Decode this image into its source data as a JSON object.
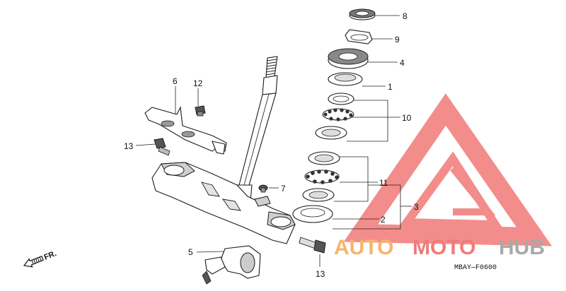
{
  "callouts": {
    "p1": "1",
    "p2": "2",
    "p3": "3",
    "p4": "4",
    "p5": "5",
    "p6": "6",
    "p7": "7",
    "p8": "8",
    "p9": "9",
    "p10": "10",
    "p11": "11",
    "p12": "12",
    "p13a": "13",
    "p13b": "13"
  },
  "direction_label": "FR.",
  "drawing_code": "MBAY—F0600",
  "watermark": {
    "auto": "AUTO",
    "moto": "MOTO",
    "hub": "HUB"
  },
  "colors": {
    "watermark_red": "#f07a78",
    "watermark_orange": "#f7b46a",
    "watermark_gray": "#a9a9a9",
    "line": "#1a1a1a"
  }
}
